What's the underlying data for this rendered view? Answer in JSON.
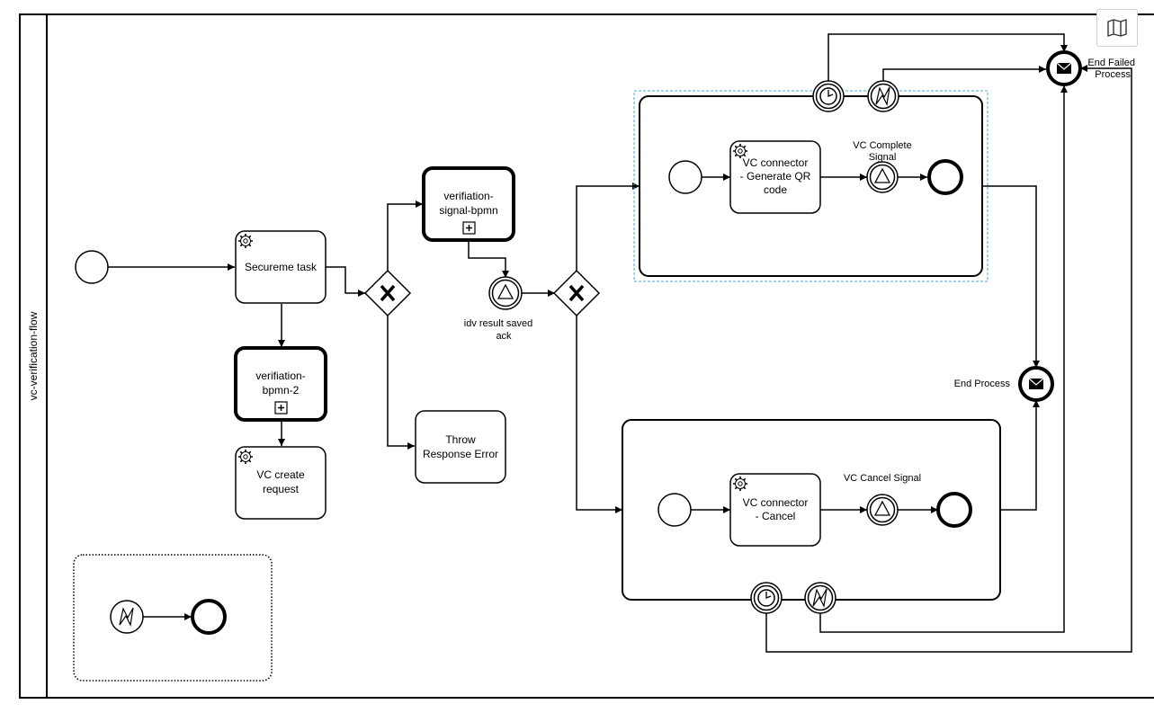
{
  "pool": {
    "name": "vc-verification-flow"
  },
  "tasks": {
    "secureme": {
      "label": "Secureme task"
    },
    "vc_create": {
      "line1": "VC create",
      "line2": "request"
    },
    "throw_error": {
      "line1": "Throw",
      "line2": "Response Error"
    },
    "generate_qr": {
      "line1": "VC connector",
      "line2": "- Generate QR",
      "line3": "code"
    },
    "cancel": {
      "line1": "VC connector",
      "line2": "- Cancel"
    }
  },
  "call_activities": {
    "bpmn2": {
      "line1": "verifiation-",
      "line2": "bpmn-2"
    },
    "signal": {
      "line1": "verifiation-",
      "line2": "signal-bpmn"
    }
  },
  "events": {
    "idv_ack": {
      "line1": "idv result saved",
      "line2": "ack"
    },
    "vc_complete": {
      "line1": "VC Complete",
      "line2": "Signal"
    },
    "vc_cancel": {
      "label": "VC Cancel Signal"
    },
    "end_process": {
      "label": "End Process"
    },
    "end_failed": {
      "line1": "End Failed",
      "line2": "Process"
    }
  },
  "toolbar": {
    "minimap_icon": "map-icon"
  },
  "colors": {
    "stroke": "#000000",
    "selection": "#4aa3d8",
    "background": "#ffffff"
  }
}
